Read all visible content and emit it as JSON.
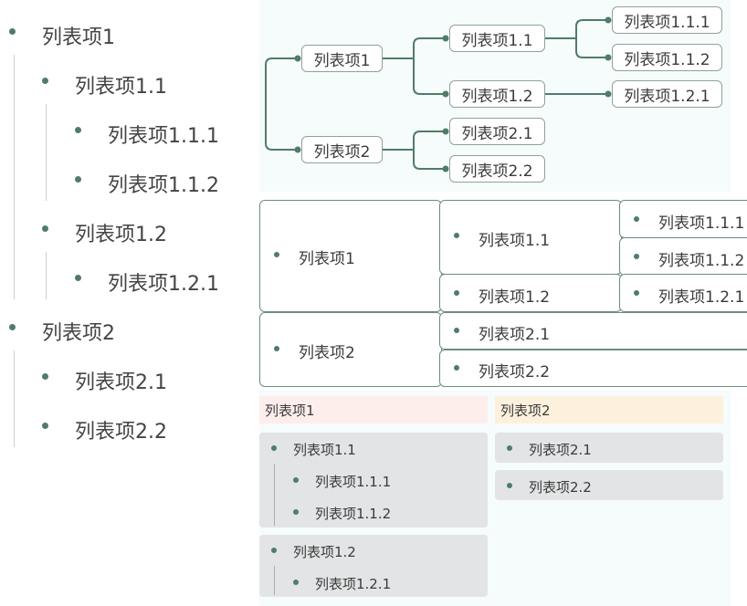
{
  "outline": {
    "i1": "列表项1",
    "i1_1": "列表项1.1",
    "i1_1_1": "列表项1.1.1",
    "i1_1_2": "列表项1.1.2",
    "i1_2": "列表项1.2",
    "i1_2_1": "列表项1.2.1",
    "i2": "列表项2",
    "i2_1": "列表项2.1",
    "i2_2": "列表项2.2"
  },
  "mindmap": {
    "n1": "列表项1",
    "n2": "列表项2",
    "n1_1": "列表项1.1",
    "n1_2": "列表项1.2",
    "n2_1": "列表项2.1",
    "n2_2": "列表项2.2",
    "n1_1_1": "列表项1.1.1",
    "n1_1_2": "列表项1.1.2",
    "n1_2_1": "列表项1.2.1"
  },
  "table": {
    "r1": "列表项1",
    "r1_1": "列表项1.1",
    "r1_1_1": "列表项1.1.1",
    "r1_1_2": "列表项1.1.2",
    "r1_2": "列表项1.2",
    "r1_2_1": "列表项1.2.1",
    "r2": "列表项2",
    "r2_1": "列表项2.1",
    "r2_2": "列表项2.2"
  },
  "kanban": {
    "col1": "列表项1",
    "col2": "列表项2",
    "c1_1": "列表项1.1",
    "c1_1_1": "列表项1.1.1",
    "c1_1_2": "列表项1.1.2",
    "c1_2": "列表项1.2",
    "c1_2_1": "列表项1.2.1",
    "c2_1": "列表项2.1",
    "c2_2": "列表项2.2",
    "col1_color": "#fdeeec",
    "col2_color": "#fdf1de"
  },
  "colors": {
    "accent": "#4f7c68",
    "line": "#4f7c68"
  }
}
